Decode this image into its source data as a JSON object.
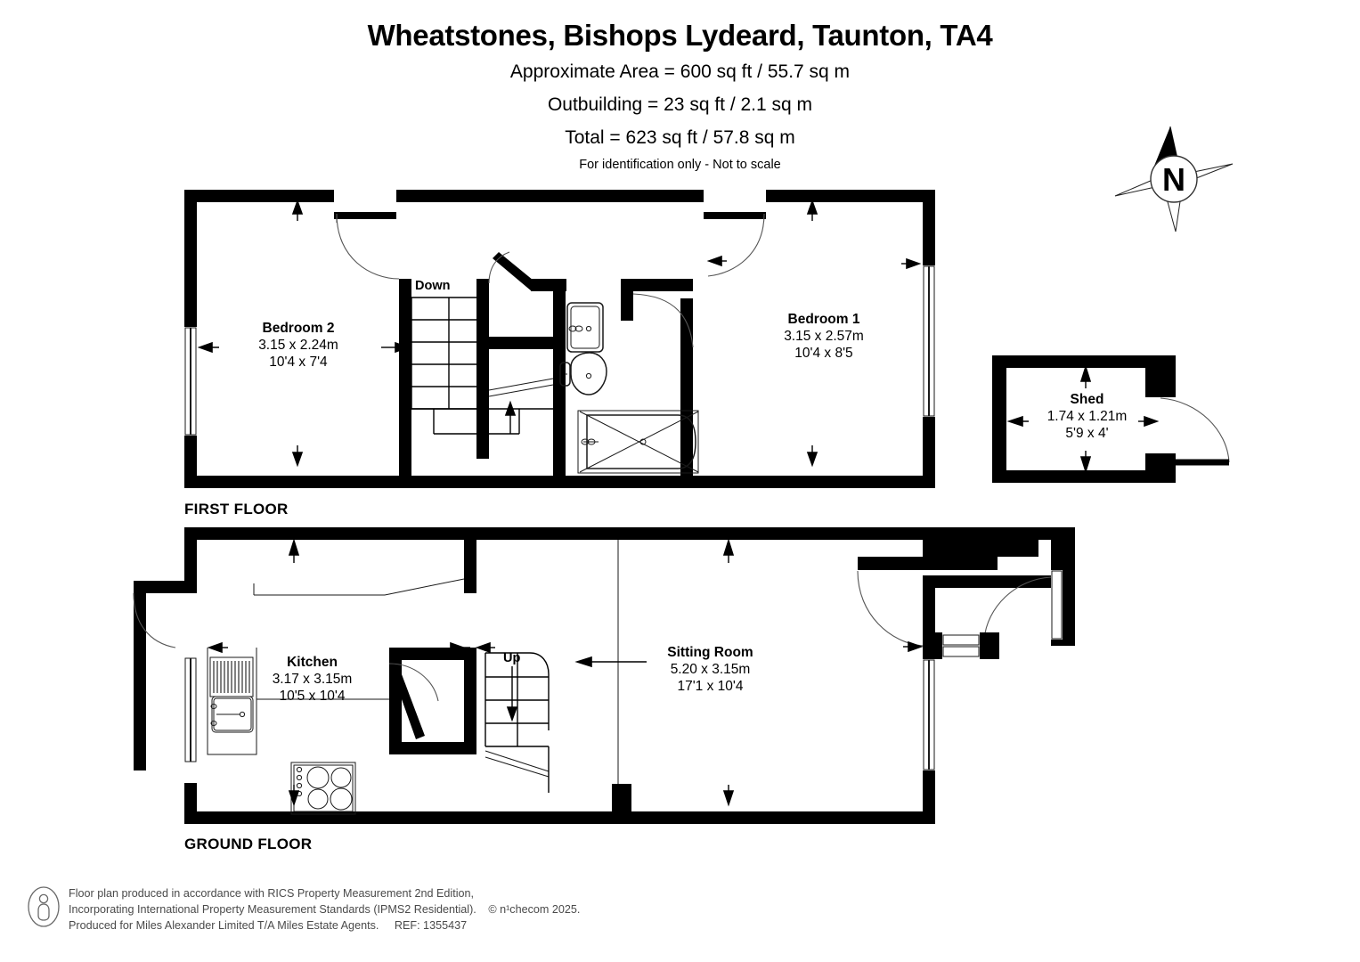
{
  "header": {
    "title": "Wheatstones, Bishops Lydeard, Taunton, TA4",
    "approx_area": "Approximate Area = 600 sq ft / 55.7 sq m",
    "outbuilding": "Outbuilding = 23 sq ft / 2.1 sq m",
    "total": "Total = 623 sq ft / 57.8 sq m",
    "disclaimer": "For identification only - Not to scale"
  },
  "floors": {
    "first_label": "FIRST FLOOR",
    "ground_label": "GROUND FLOOR"
  },
  "rooms": {
    "bedroom2": {
      "name": "Bedroom 2",
      "metric": "3.15 x 2.24m",
      "imperial": "10'4 x 7'4"
    },
    "bedroom1": {
      "name": "Bedroom 1",
      "metric": "3.15 x 2.57m",
      "imperial": "10'4 x 8'5"
    },
    "shed": {
      "name": "Shed",
      "metric": "1.74 x 1.21m",
      "imperial": "5'9 x 4'"
    },
    "kitchen": {
      "name": "Kitchen",
      "metric": "3.17 x 3.15m",
      "imperial": "10'5 x 10'4"
    },
    "sitting_room": {
      "name": "Sitting Room",
      "metric": "5.20 x 3.15m",
      "imperial": "17'1 x 10'4"
    }
  },
  "stairs": {
    "down_label": "Down",
    "up_label": "Up"
  },
  "compass": {
    "north_letter": "N"
  },
  "footer": {
    "line1": "Floor plan produced in accordance with RICS Property Measurement 2nd Edition,",
    "line2": "Incorporating International Property Measurement Standards (IPMS2 Residential).",
    "copyright": "© n¹checom 2025.",
    "line3": "Produced for Miles Alexander Limited T/A Miles Estate Agents.",
    "ref": "REF: 1355437"
  },
  "colors": {
    "wall": "#000000",
    "background": "#ffffff",
    "fixture_stroke": "#1a1a1a",
    "footer_text": "#4a4a4a"
  }
}
